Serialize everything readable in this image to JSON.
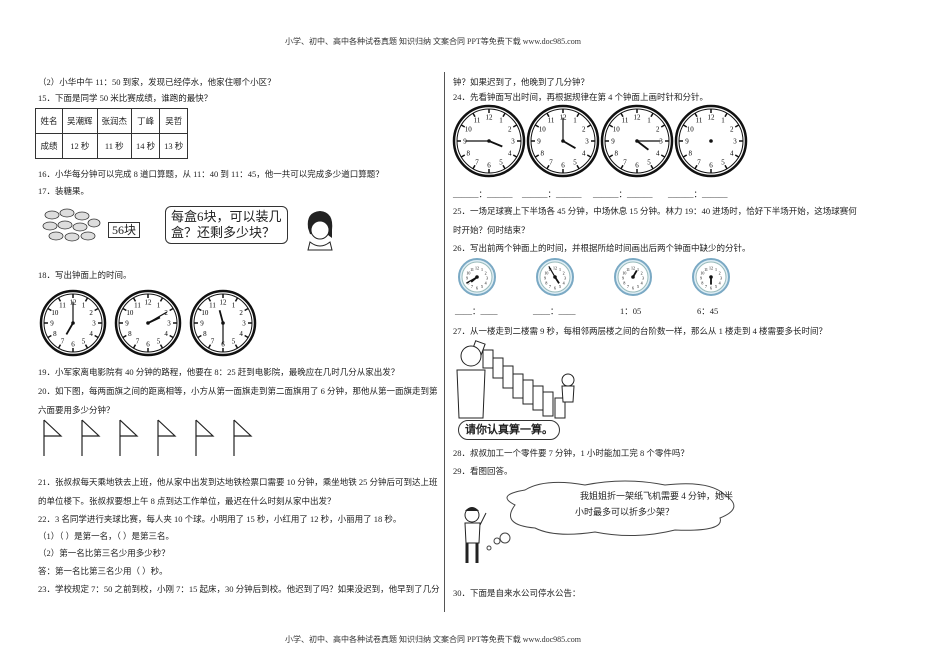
{
  "header": "小学、初中、高中各种试卷真题  知识归纳  文案合同  PPT等免费下载    www.doc985.com",
  "footer": "小学、初中、高中各种试卷真题  知识归纳  文案合同  PPT等免费下载    www.doc985.com",
  "left": {
    "q14_2": "（2）小华中午 11：50 到家，发现已经停水，他家住哪个小区？",
    "q15": "15．下面是同学 50 米比赛成绩，谁跑的最快？",
    "q15_table": {
      "row_headers": [
        "姓名",
        "成绩"
      ],
      "names": [
        "吴潮辉",
        "张润杰",
        "丁峰",
        "吴哲"
      ],
      "scores": [
        "12 秒",
        "11 秒",
        "14 秒",
        "13 秒"
      ]
    },
    "q16": "16．小华每分钟可以完成 8 道口算题，从 11：40 到 11：45，他一共可以完成多少道口算题？",
    "q17": "17．装糖果。",
    "q17_tag": "56块",
    "q17_bubble1": "每盒6块，可以装几",
    "q17_bubble2": "盒？还剩多少块？",
    "q18": "18．写出钟面上的时间。",
    "q18_clocks": [
      {
        "h": 7,
        "m": 0
      },
      {
        "h": 2,
        "m": 10
      },
      {
        "h": 11,
        "m": 30
      }
    ],
    "q19": "19．小军家离电影院有 40 分钟的路程，他要在 8：25 赶到电影院，最晚应在几时几分从家出发？",
    "q20a": "20．如下图，每两面旗之间的距离相等，小方从第一面旗走到第二面旗用了 6 分钟，那他从第一面旗走到第",
    "q20b": "六面要用多少分钟？",
    "q20_flag_count": 6,
    "q21a": "21．张叔叔每天乘地铁去上班，他从家中出发到达地铁检票口需要 10 分钟，乘坐地铁 25 分钟后可到达上班",
    "q21b": "的单位楼下。张叔叔要想上午 8 点到达工作单位，最迟在什么时刻从家中出发？",
    "q22": "22．3 名同学进行夹球比赛，每人夹 10 个球。小明用了 15 秒，小红用了 12 秒，小丽用了 18 秒。",
    "q22_1": "（1）（    ）是第一名，（    ）是第三名。",
    "q22_2": "（2）第一名比第三名少用多少秒？",
    "q22_ans": "答：第一名比第三名少用（    ）秒。",
    "q23a": "23．学校规定 7：50 之前到校，小刚 7：15 起床，30 分钟后到校。他迟到了吗？如果没迟到，他早到了几分"
  },
  "right": {
    "q23b": "钟？如果迟到了，他晚到了几分钟？",
    "q24": "24．先看钟面写出时间，再根据规律在第 4 个钟面上画时针和分针。",
    "q24_clocks": [
      {
        "h": 3,
        "m": 45
      },
      {
        "h": 4,
        "m": 0
      },
      {
        "h": 4,
        "m": 15
      },
      null
    ],
    "blank_pair": "______：______",
    "q25a": "25．一场足球赛上下半场各 45 分钟，中场休息 15 分钟。林力 19：40 进场时，恰好下半场开始，这场球赛何",
    "q25b": "时开始？何时结束？",
    "q26": "26．写出前两个钟面上的时间，并根据所给时间画出后两个钟面中缺少的分针。",
    "q26_clocks": [
      {
        "h": 7,
        "m": 40
      },
      {
        "h": 4,
        "m": 55
      },
      {
        "h": 1,
        "m": null
      },
      {
        "h": 6,
        "m": null
      }
    ],
    "q26_small_blank": "____：____",
    "q26_label3": "1：05",
    "q26_label4": "6：45",
    "q27": "27．从一楼走到二楼需 9 秒，每相邻两层楼之间的台阶数一样，那么从 1 楼走到 4 楼需要多长时间？",
    "q27_bubble": "请你认真算一算。",
    "q28": "28．叔叔加工一个零件要 7 分钟，1 小时能加工完 8 个零件吗？",
    "q29": "29．看图回答。",
    "q29_cloud1": "我姐姐折一架纸飞机需要  4  分钟，她半",
    "q29_cloud2": "小时最多可以折多少架？",
    "q30": "30．下面是自来水公司停水公告："
  }
}
